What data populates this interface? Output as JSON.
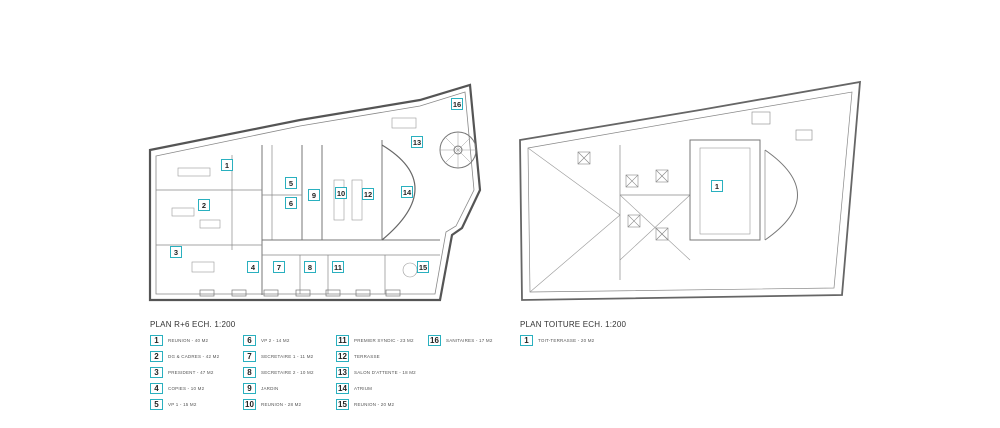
{
  "plans": {
    "floor": {
      "title": "PLAN R+6 ECH. 1:200",
      "legend": [
        {
          "num": "1",
          "text": "REUNION - 40 M2"
        },
        {
          "num": "2",
          "text": "DG & CADRES - 42 M2"
        },
        {
          "num": "3",
          "text": "PRESIDENT - 47 M2"
        },
        {
          "num": "4",
          "text": "COPIES - 10 M2"
        },
        {
          "num": "5",
          "text": "VP 1 - 15 M2"
        },
        {
          "num": "6",
          "text": "VP 2 - 14 M2"
        },
        {
          "num": "7",
          "text": "SECRETAIRE 1 - 11 M2"
        },
        {
          "num": "8",
          "text": "SECRETAIRE 2 - 10 M2"
        },
        {
          "num": "9",
          "text": "JARDIN"
        },
        {
          "num": "10",
          "text": "REUNION - 28 M2"
        },
        {
          "num": "11",
          "text": "PREMIER SYNDIC - 23 M2"
        },
        {
          "num": "12",
          "text": "TERRASSE"
        },
        {
          "num": "13",
          "text": "SALON D'ATTENTE - 18 M2"
        },
        {
          "num": "14",
          "text": "ATRIUM"
        },
        {
          "num": "15",
          "text": "REUNION - 20 M2"
        },
        {
          "num": "16",
          "text": "SANITAIRES - 17 M2"
        }
      ]
    },
    "roof": {
      "title": "PLAN TOITURE ECH. 1:200",
      "legend": [
        {
          "num": "1",
          "text": "TOIT-TERRASSE - 20 M2"
        }
      ]
    }
  },
  "colors": {
    "tag_border": "#2ab0bf",
    "wall": "#555555",
    "line": "#999999"
  }
}
